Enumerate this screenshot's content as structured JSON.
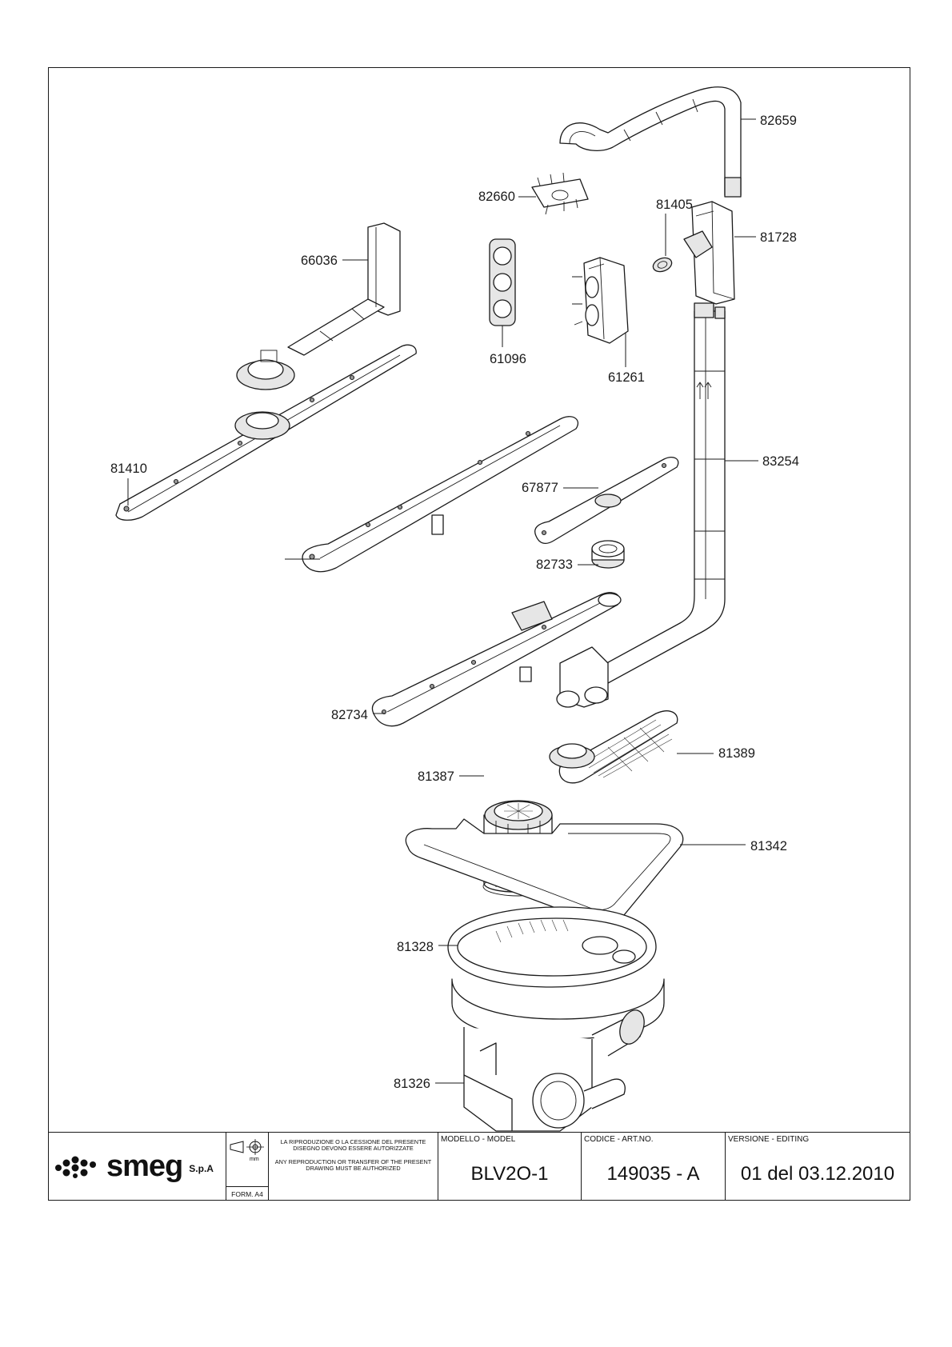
{
  "parts": [
    {
      "id": "p82659",
      "label": "82659"
    },
    {
      "id": "p82660",
      "label": "82660"
    },
    {
      "id": "p81405",
      "label": "81405"
    },
    {
      "id": "p81728",
      "label": "81728"
    },
    {
      "id": "p66036",
      "label": "66036"
    },
    {
      "id": "p61096",
      "label": "61096"
    },
    {
      "id": "p61261",
      "label": "61261"
    },
    {
      "id": "p81410",
      "label": "81410"
    },
    {
      "id": "p83254",
      "label": "83254"
    },
    {
      "id": "p67877",
      "label": "67877"
    },
    {
      "id": "p82733",
      "label": "82733"
    },
    {
      "id": "p82734",
      "label": "82734"
    },
    {
      "id": "p81389",
      "label": "81389"
    },
    {
      "id": "p81387",
      "label": "81387"
    },
    {
      "id": "p81342",
      "label": "81342"
    },
    {
      "id": "p81328",
      "label": "81328"
    },
    {
      "id": "p81326",
      "label": "81326"
    }
  ],
  "title_block": {
    "logo": "smeg",
    "logo_suffix": "S.p.A",
    "form_unit": "mm",
    "form": "FORM. A4",
    "note_it": "LA RIPRODUZIONE O LA CESSIONE DEL PRESENTE DISEGNO DEVONO ESSERE AUTORIZZATE",
    "note_en": "ANY REPRODUCTION OR TRANSFER OF THE PRESENT DRAWING MUST BE AUTHORIZED",
    "model_caption": "MODELLO - MODEL",
    "model_value": "BLV2O-1",
    "code_caption": "CODICE - ART.NO.",
    "code_value": "149035 - A",
    "version_caption": "VERSIONE - EDITING",
    "version_value": "01 del 03.12.2010"
  }
}
